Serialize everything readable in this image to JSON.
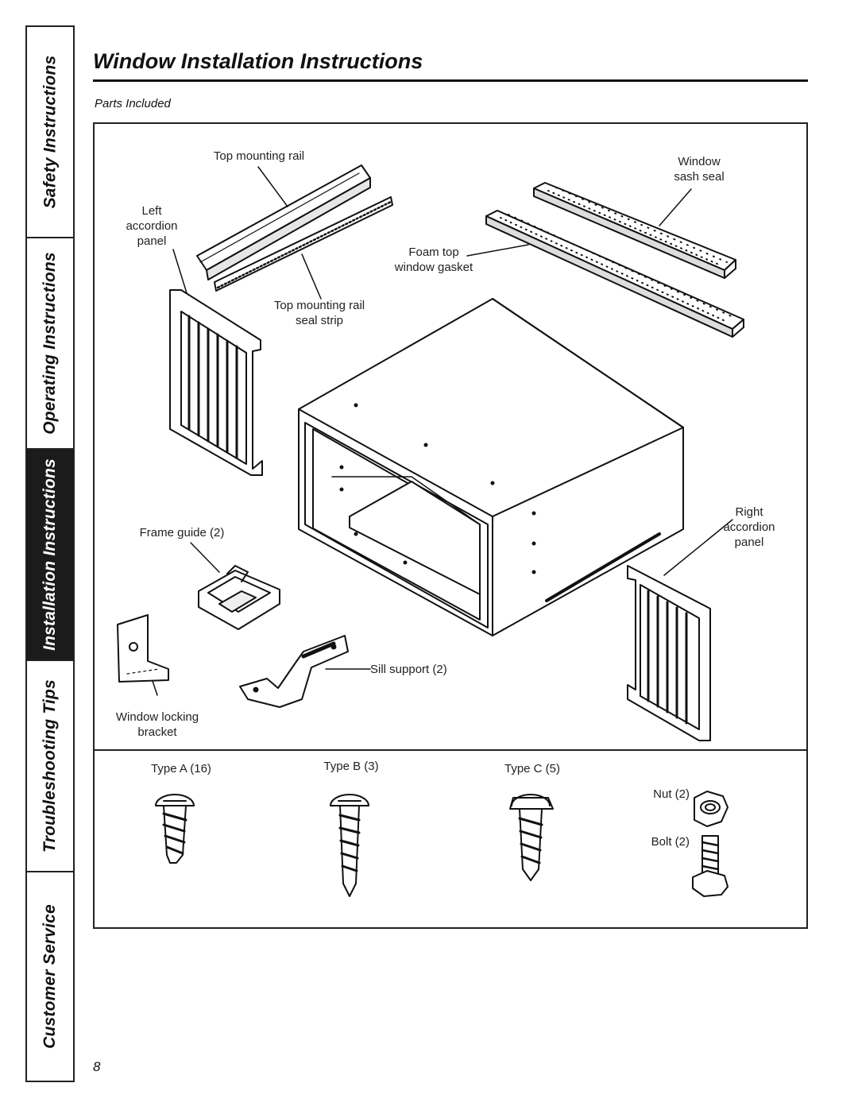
{
  "side_tabs": [
    {
      "label": "Safety Instructions",
      "active": false
    },
    {
      "label": "Operating Instructions",
      "active": false
    },
    {
      "label": "Installation Instructions",
      "active": true
    },
    {
      "label": "Troubleshooting Tips",
      "active": false
    },
    {
      "label": "Customer Service",
      "active": false
    }
  ],
  "page": {
    "title": "Window Installation Instructions",
    "subhead": "Parts Included",
    "page_number": "8"
  },
  "labels": {
    "top_mounting_rail": "Top mounting rail",
    "window_sash_seal": "Window\nsash seal",
    "left_accordion_panel": "Left\naccordion\npanel",
    "foam_top_window_gasket": "Foam top\nwindow gasket",
    "top_mounting_rail_seal_strip": "Top mounting rail\nseal strip",
    "frame_guide": "Frame guide (2)",
    "right_accordion_panel": "Right\naccordion\npanel",
    "sill_support": "Sill support (2)",
    "window_locking_bracket": "Window locking\nbracket",
    "type_a": "Type A (16)",
    "type_b": "Type B (3)",
    "type_c": "Type C (5)",
    "nut": "Nut (2)",
    "bolt": "Bolt (2)"
  }
}
